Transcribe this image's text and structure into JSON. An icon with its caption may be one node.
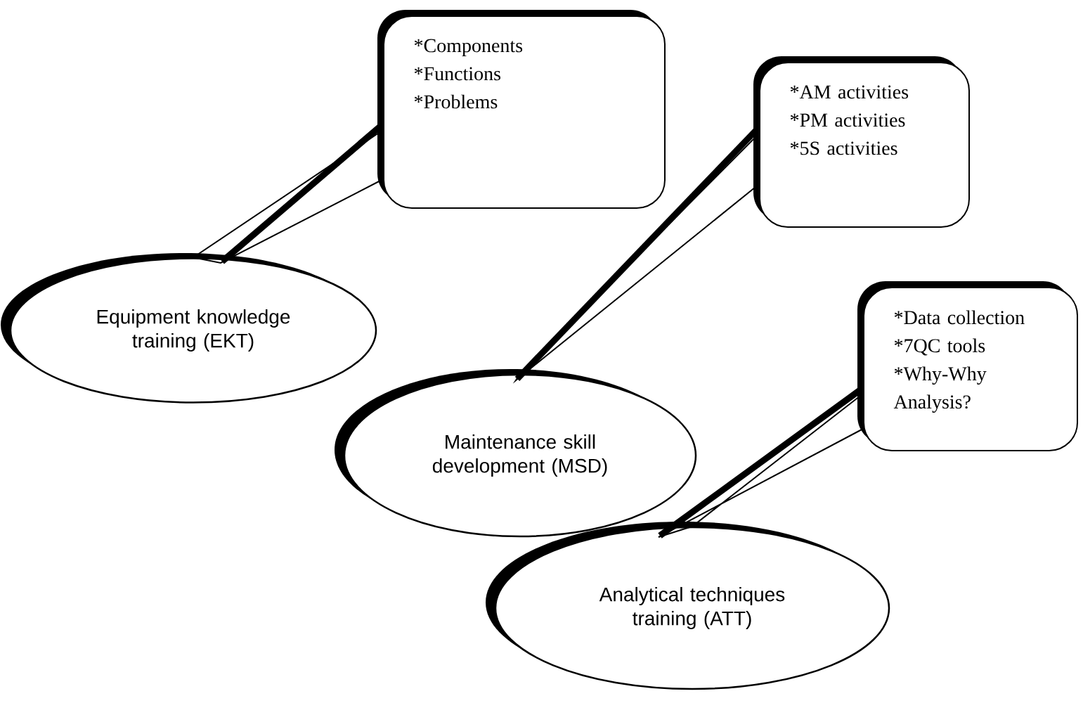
{
  "diagram": {
    "nodes": [
      {
        "text": [
          "Equipment knowledge training (EKT)"
        ]
      },
      {
        "text": [
          "Maintenance skill development (MSD)"
        ]
      },
      {
        "text": [
          "Analytical techniques training (ATT)"
        ]
      },
      {
        "text": [
          "*Components",
          "*Functions",
          "*Problems"
        ]
      },
      {
        "text": [
          "*AM activities",
          "*PM activities",
          "*5S activities"
        ]
      },
      {
        "text": [
          "*Data collection",
          "*7QC tools",
          "*Why-Why Analysis?"
        ]
      }
    ],
    "edges": [
      {
        "from": 3,
        "to": 0,
        "arrow": "none"
      },
      {
        "from": 4,
        "to": 1,
        "arrow": "none"
      },
      {
        "from": 5,
        "to": 2,
        "arrow": "none"
      }
    ]
  }
}
